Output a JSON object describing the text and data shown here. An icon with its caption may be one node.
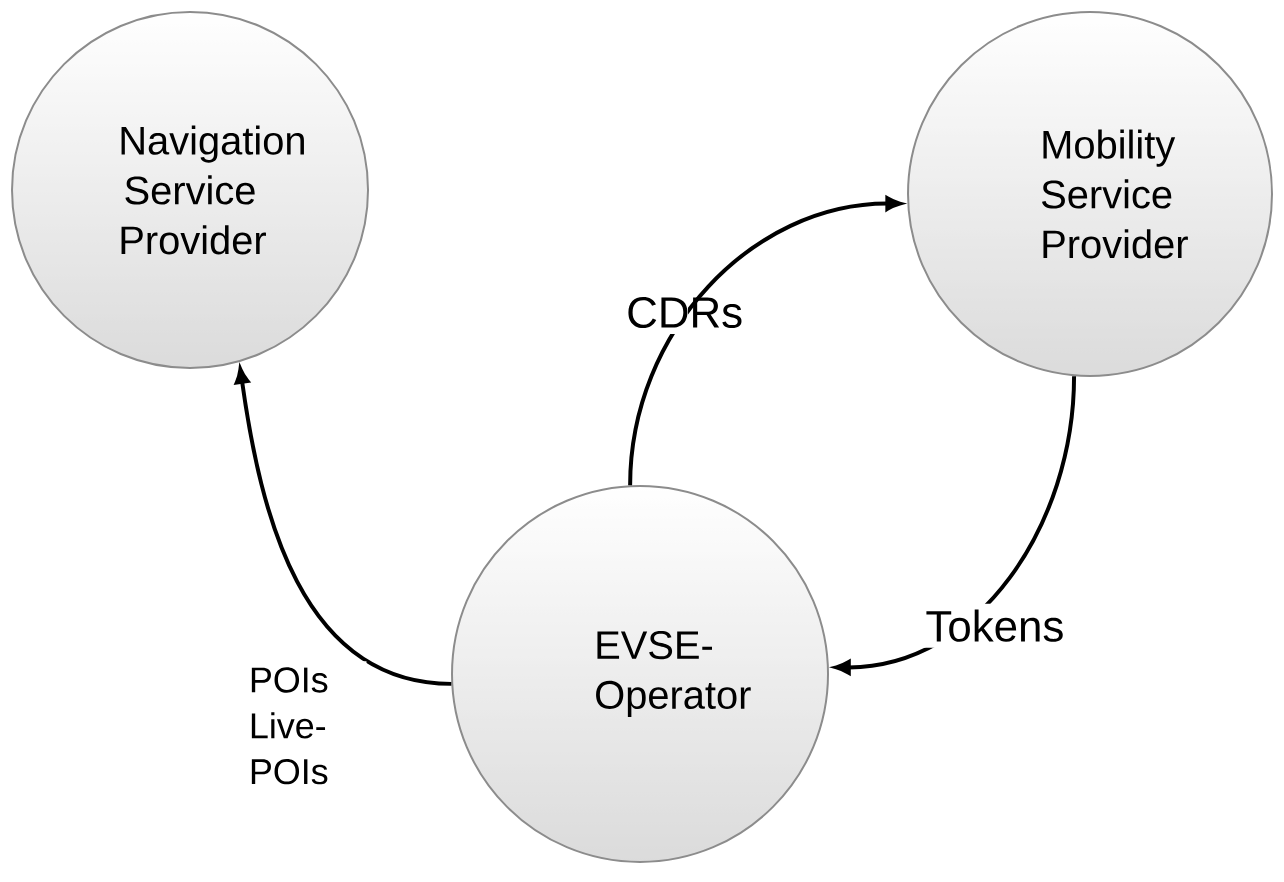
{
  "diagram": {
    "nodes": [
      {
        "text": [
          "Navigation Service Provider"
        ]
      },
      {
        "text": [
          "Mobility Service Provider"
        ]
      },
      {
        "text": [
          "EVSE-Operator"
        ]
      }
    ],
    "edges": [
      {
        "from": 2,
        "to": 0,
        "arrow": "to",
        "label": "POIs Live-POIs"
      },
      {
        "from": 2,
        "to": 1,
        "arrow": "to",
        "label": "CDRs"
      },
      {
        "from": 1,
        "to": 2,
        "arrow": "to",
        "label": "Tokens"
      }
    ]
  }
}
